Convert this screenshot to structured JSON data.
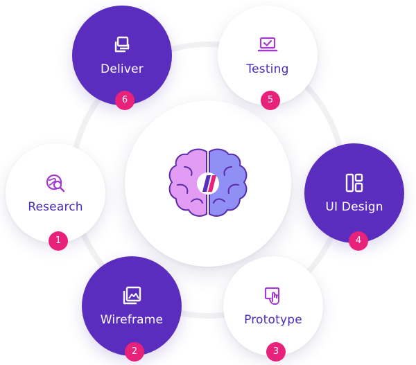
{
  "steps": [
    {
      "label": "Research",
      "number": "1",
      "icon": "globe-search-icon"
    },
    {
      "label": "Wireframe",
      "number": "2",
      "icon": "image-layers-icon"
    },
    {
      "label": "Prototype",
      "number": "3",
      "icon": "touch-screen-icon"
    },
    {
      "label": "UI Design",
      "number": "4",
      "icon": "layout-grid-icon"
    },
    {
      "label": "Testing",
      "number": "5",
      "icon": "laptop-check-icon"
    },
    {
      "label": "Deliver",
      "number": "6",
      "icon": "package-icon"
    }
  ],
  "hub": {
    "icon": "brain-logo-icon"
  },
  "colors": {
    "filled": "#5b2dbf",
    "outline_text": "#4a2cb5",
    "icon_outline": "#a23ad0",
    "badge": "#e8227a",
    "brain_left": "#e29cf3",
    "brain_right": "#8f8ff5"
  }
}
